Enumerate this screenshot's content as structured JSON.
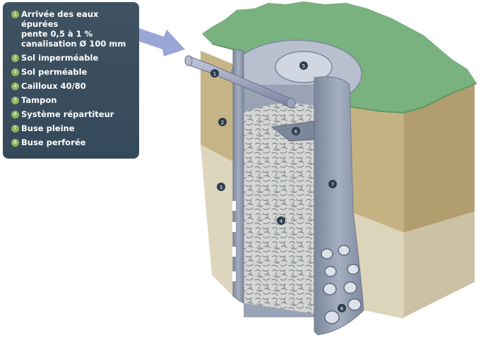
{
  "legend": {
    "items": [
      {
        "number": "1",
        "label": "Arrivée des eaux épurées\npente 0,5 à 1 %\ncanalisation Ø 100 mm"
      },
      {
        "number": "2",
        "label": "Sol imperméable"
      },
      {
        "number": "3",
        "label": "Sol perméable"
      },
      {
        "number": "4",
        "label": "Cailloux 40/80"
      },
      {
        "number": "5",
        "label": "Tampon"
      },
      {
        "number": "6",
        "label": "Système répartiteur"
      },
      {
        "number": "7",
        "label": "Buse pleine"
      },
      {
        "number": "8",
        "label": "Buse perforée"
      }
    ]
  },
  "markers": [
    "1",
    "2",
    "3",
    "4",
    "5",
    "6",
    "7",
    "8"
  ],
  "colors": {
    "legend_bg": "#3b4e5d",
    "legend_bullet": "#8fb55c",
    "grass": "#79b17f",
    "impermeable_soil": "#c7b486",
    "permeable_soil": "#ddd5bd",
    "pipe": "#8c97aa",
    "gravel": "#d2d4d2",
    "arrow": "#9aa6d6",
    "marker": "#2d3d4b"
  }
}
